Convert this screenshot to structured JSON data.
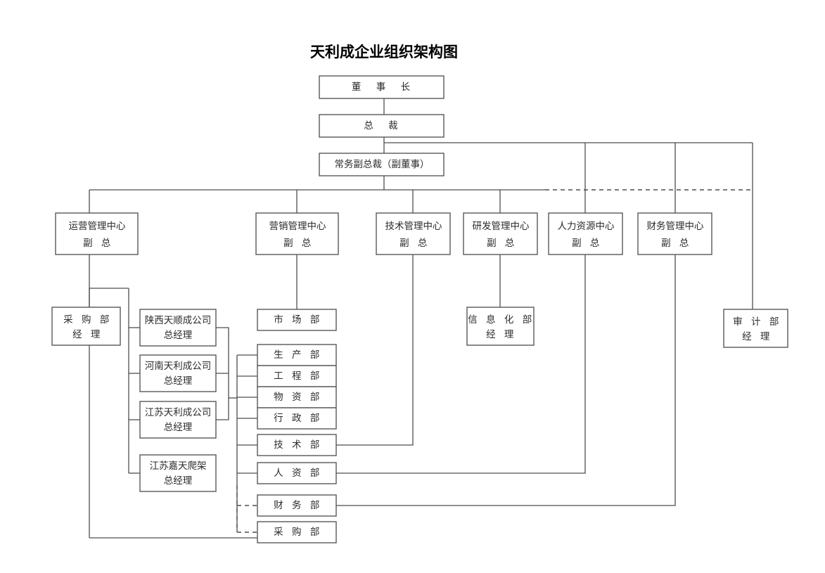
{
  "title": "天利成企业组织架构图",
  "colors": {
    "box_stroke": "#595959",
    "connector": "#4d4d4d",
    "background": "#ffffff",
    "text": "#2b2b2b"
  },
  "chart_data": {
    "type": "diagram",
    "diagram_kind": "organization-chart",
    "title": "天利成企业组织架构图",
    "nodes": [
      {
        "id": "chairman",
        "label": "董 事 长",
        "lines": [
          "董 事 长"
        ],
        "level": 0
      },
      {
        "id": "president",
        "label": "总 裁",
        "lines": [
          "总  裁"
        ],
        "level": 1
      },
      {
        "id": "exec-vp",
        "label": "常务副总裁（副董事）",
        "lines": [
          "常务副总裁（副董事）"
        ],
        "level": 2
      },
      {
        "id": "ops-center",
        "label": "运营管理中心 副总",
        "lines": [
          "运营管理中心",
          "副 总"
        ],
        "level": 3
      },
      {
        "id": "mkt-center",
        "label": "营销管理中心 副总",
        "lines": [
          "营销管理中心",
          "副 总"
        ],
        "level": 3
      },
      {
        "id": "tech-center",
        "label": "技术管理中心 副总",
        "lines": [
          "技术管理中心",
          "副 总"
        ],
        "level": 3
      },
      {
        "id": "rd-center",
        "label": "研发管理中心 副总",
        "lines": [
          "研发管理中心",
          "副 总"
        ],
        "level": 3
      },
      {
        "id": "hr-center",
        "label": "人力资源中心 副总",
        "lines": [
          "人力资源中心",
          "副 总"
        ],
        "level": 3
      },
      {
        "id": "fin-center",
        "label": "财务管理中心 副总",
        "lines": [
          "财务管理中心",
          "副 总"
        ],
        "level": 3
      },
      {
        "id": "purchase-mgr",
        "label": "采购部 经理",
        "lines": [
          "采 购 部",
          "经 理"
        ],
        "level": 4
      },
      {
        "id": "audit-dept",
        "label": "审计部 经理",
        "lines": [
          "审 计 部",
          "经 理"
        ],
        "level": 4
      },
      {
        "id": "info-dept",
        "label": "信息化部 经理",
        "lines": [
          "信 息 化 部",
          "经 理"
        ],
        "level": 4
      },
      {
        "id": "sub-shaanxi",
        "label": "陕西天顺成公司 总经理",
        "lines": [
          "陕西天顺成公司",
          "总经理"
        ],
        "level": 4
      },
      {
        "id": "sub-henan",
        "label": "河南天利成公司 总经理",
        "lines": [
          "河南天利成公司",
          "总经理"
        ],
        "level": 4
      },
      {
        "id": "sub-jiangsu",
        "label": "江苏天利成公司 总经理",
        "lines": [
          "江苏天利成公司",
          "总经理"
        ],
        "level": 4
      },
      {
        "id": "sub-jiatian",
        "label": "江苏嘉天爬架 总经理",
        "lines": [
          "江苏嘉天爬架",
          "总经理"
        ],
        "level": 4
      },
      {
        "id": "dept-market",
        "label": "市 场 部",
        "lines": [
          "市 场 部"
        ],
        "level": 4
      },
      {
        "id": "dept-production",
        "label": "生 产 部",
        "lines": [
          "生 产 部"
        ],
        "level": 4
      },
      {
        "id": "dept-engineering",
        "label": "工 程 部",
        "lines": [
          "工 程 部"
        ],
        "level": 4
      },
      {
        "id": "dept-materials",
        "label": "物 资 部",
        "lines": [
          "物 资 部"
        ],
        "level": 4
      },
      {
        "id": "dept-admin",
        "label": "行 政 部",
        "lines": [
          "行 政 部"
        ],
        "level": 4
      },
      {
        "id": "dept-technology",
        "label": "技 术 部",
        "lines": [
          "技 术 部"
        ],
        "level": 4
      },
      {
        "id": "dept-hr",
        "label": "人 资 部",
        "lines": [
          "人 资 部"
        ],
        "level": 4
      },
      {
        "id": "dept-finance",
        "label": "财 务 部",
        "lines": [
          "财 务 部"
        ],
        "level": 4
      },
      {
        "id": "dept-purchasing",
        "label": "采 购 部",
        "lines": [
          "采 购 部"
        ],
        "level": 4
      }
    ],
    "edges": [
      {
        "from": "chairman",
        "to": "president",
        "style": "solid"
      },
      {
        "from": "president",
        "to": "exec-vp",
        "style": "solid"
      },
      {
        "from": "president",
        "to": "hr-center",
        "style": "solid"
      },
      {
        "from": "president",
        "to": "fin-center",
        "style": "solid"
      },
      {
        "from": "president",
        "to": "audit-dept",
        "style": "solid"
      },
      {
        "from": "exec-vp",
        "to": "ops-center",
        "style": "solid"
      },
      {
        "from": "exec-vp",
        "to": "mkt-center",
        "style": "solid"
      },
      {
        "from": "exec-vp",
        "to": "tech-center",
        "style": "solid"
      },
      {
        "from": "exec-vp",
        "to": "rd-center",
        "style": "solid"
      },
      {
        "from": "exec-vp",
        "to": "hr-center",
        "style": "dashed"
      },
      {
        "from": "exec-vp",
        "to": "fin-center",
        "style": "dashed"
      },
      {
        "from": "ops-center",
        "to": "purchase-mgr",
        "style": "solid"
      },
      {
        "from": "ops-center",
        "to": "sub-shaanxi",
        "style": "solid"
      },
      {
        "from": "ops-center",
        "to": "sub-henan",
        "style": "solid"
      },
      {
        "from": "ops-center",
        "to": "sub-jiangsu",
        "style": "solid"
      },
      {
        "from": "ops-center",
        "to": "sub-jiatian",
        "style": "solid"
      },
      {
        "from": "mkt-center",
        "to": "dept-market",
        "style": "solid"
      },
      {
        "from": "mkt-center",
        "to": "dept-production",
        "style": "solid"
      },
      {
        "from": "mkt-center",
        "to": "dept-engineering",
        "style": "solid"
      },
      {
        "from": "mkt-center",
        "to": "dept-materials",
        "style": "solid"
      },
      {
        "from": "mkt-center",
        "to": "dept-admin",
        "style": "solid"
      },
      {
        "from": "tech-center",
        "to": "dept-technology",
        "style": "solid"
      },
      {
        "from": "rd-center",
        "to": "info-dept",
        "style": "solid"
      },
      {
        "from": "hr-center",
        "to": "dept-hr",
        "style": "solid"
      },
      {
        "from": "fin-center",
        "to": "dept-finance",
        "style": "solid"
      },
      {
        "from": "purchase-mgr",
        "to": "dept-purchasing",
        "style": "solid"
      },
      {
        "from": "sub-shaanxi",
        "to": "dept-bus",
        "style": "solid"
      },
      {
        "from": "sub-henan",
        "to": "dept-bus",
        "style": "solid"
      },
      {
        "from": "sub-jiangsu",
        "to": "dept-bus",
        "style": "solid"
      },
      {
        "from": "dept-hr",
        "to": "dept-finance",
        "style": "dashed"
      },
      {
        "from": "dept-finance",
        "to": "dept-purchasing",
        "style": "dashed"
      }
    ]
  }
}
